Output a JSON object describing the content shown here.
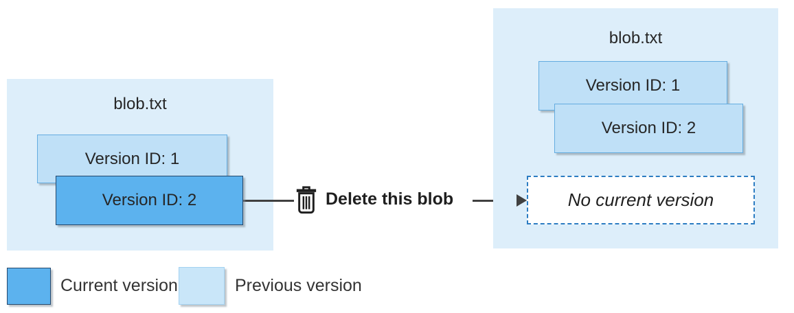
{
  "before_panel": {
    "title": "blob.txt",
    "version1_label": "Version ID: 1",
    "version1_state": "previous",
    "version2_label": "Version ID: 2",
    "version2_state": "current"
  },
  "action": {
    "icon": "trash-icon",
    "label": "Delete this blob"
  },
  "after_panel": {
    "title": "blob.txt",
    "version1_label": "Version ID: 1",
    "version1_state": "previous",
    "version2_label": "Version ID: 2",
    "version2_state": "previous",
    "no_current_label": "No current version"
  },
  "legend": {
    "current": {
      "label": "Current version",
      "color": "#5cb2ee"
    },
    "previous": {
      "label": "Previous version",
      "color": "#c9e6f9"
    }
  },
  "colors": {
    "panel_background": "#ddeefa",
    "current_version_fill": "#5cb2ee",
    "current_version_border": "#24476b",
    "previous_version_fill": "#bfe0f7",
    "previous_version_border": "#63ace0",
    "no_current_dashed_border": "#2b7cc2",
    "arrow": "#404040",
    "text": "#262626"
  }
}
